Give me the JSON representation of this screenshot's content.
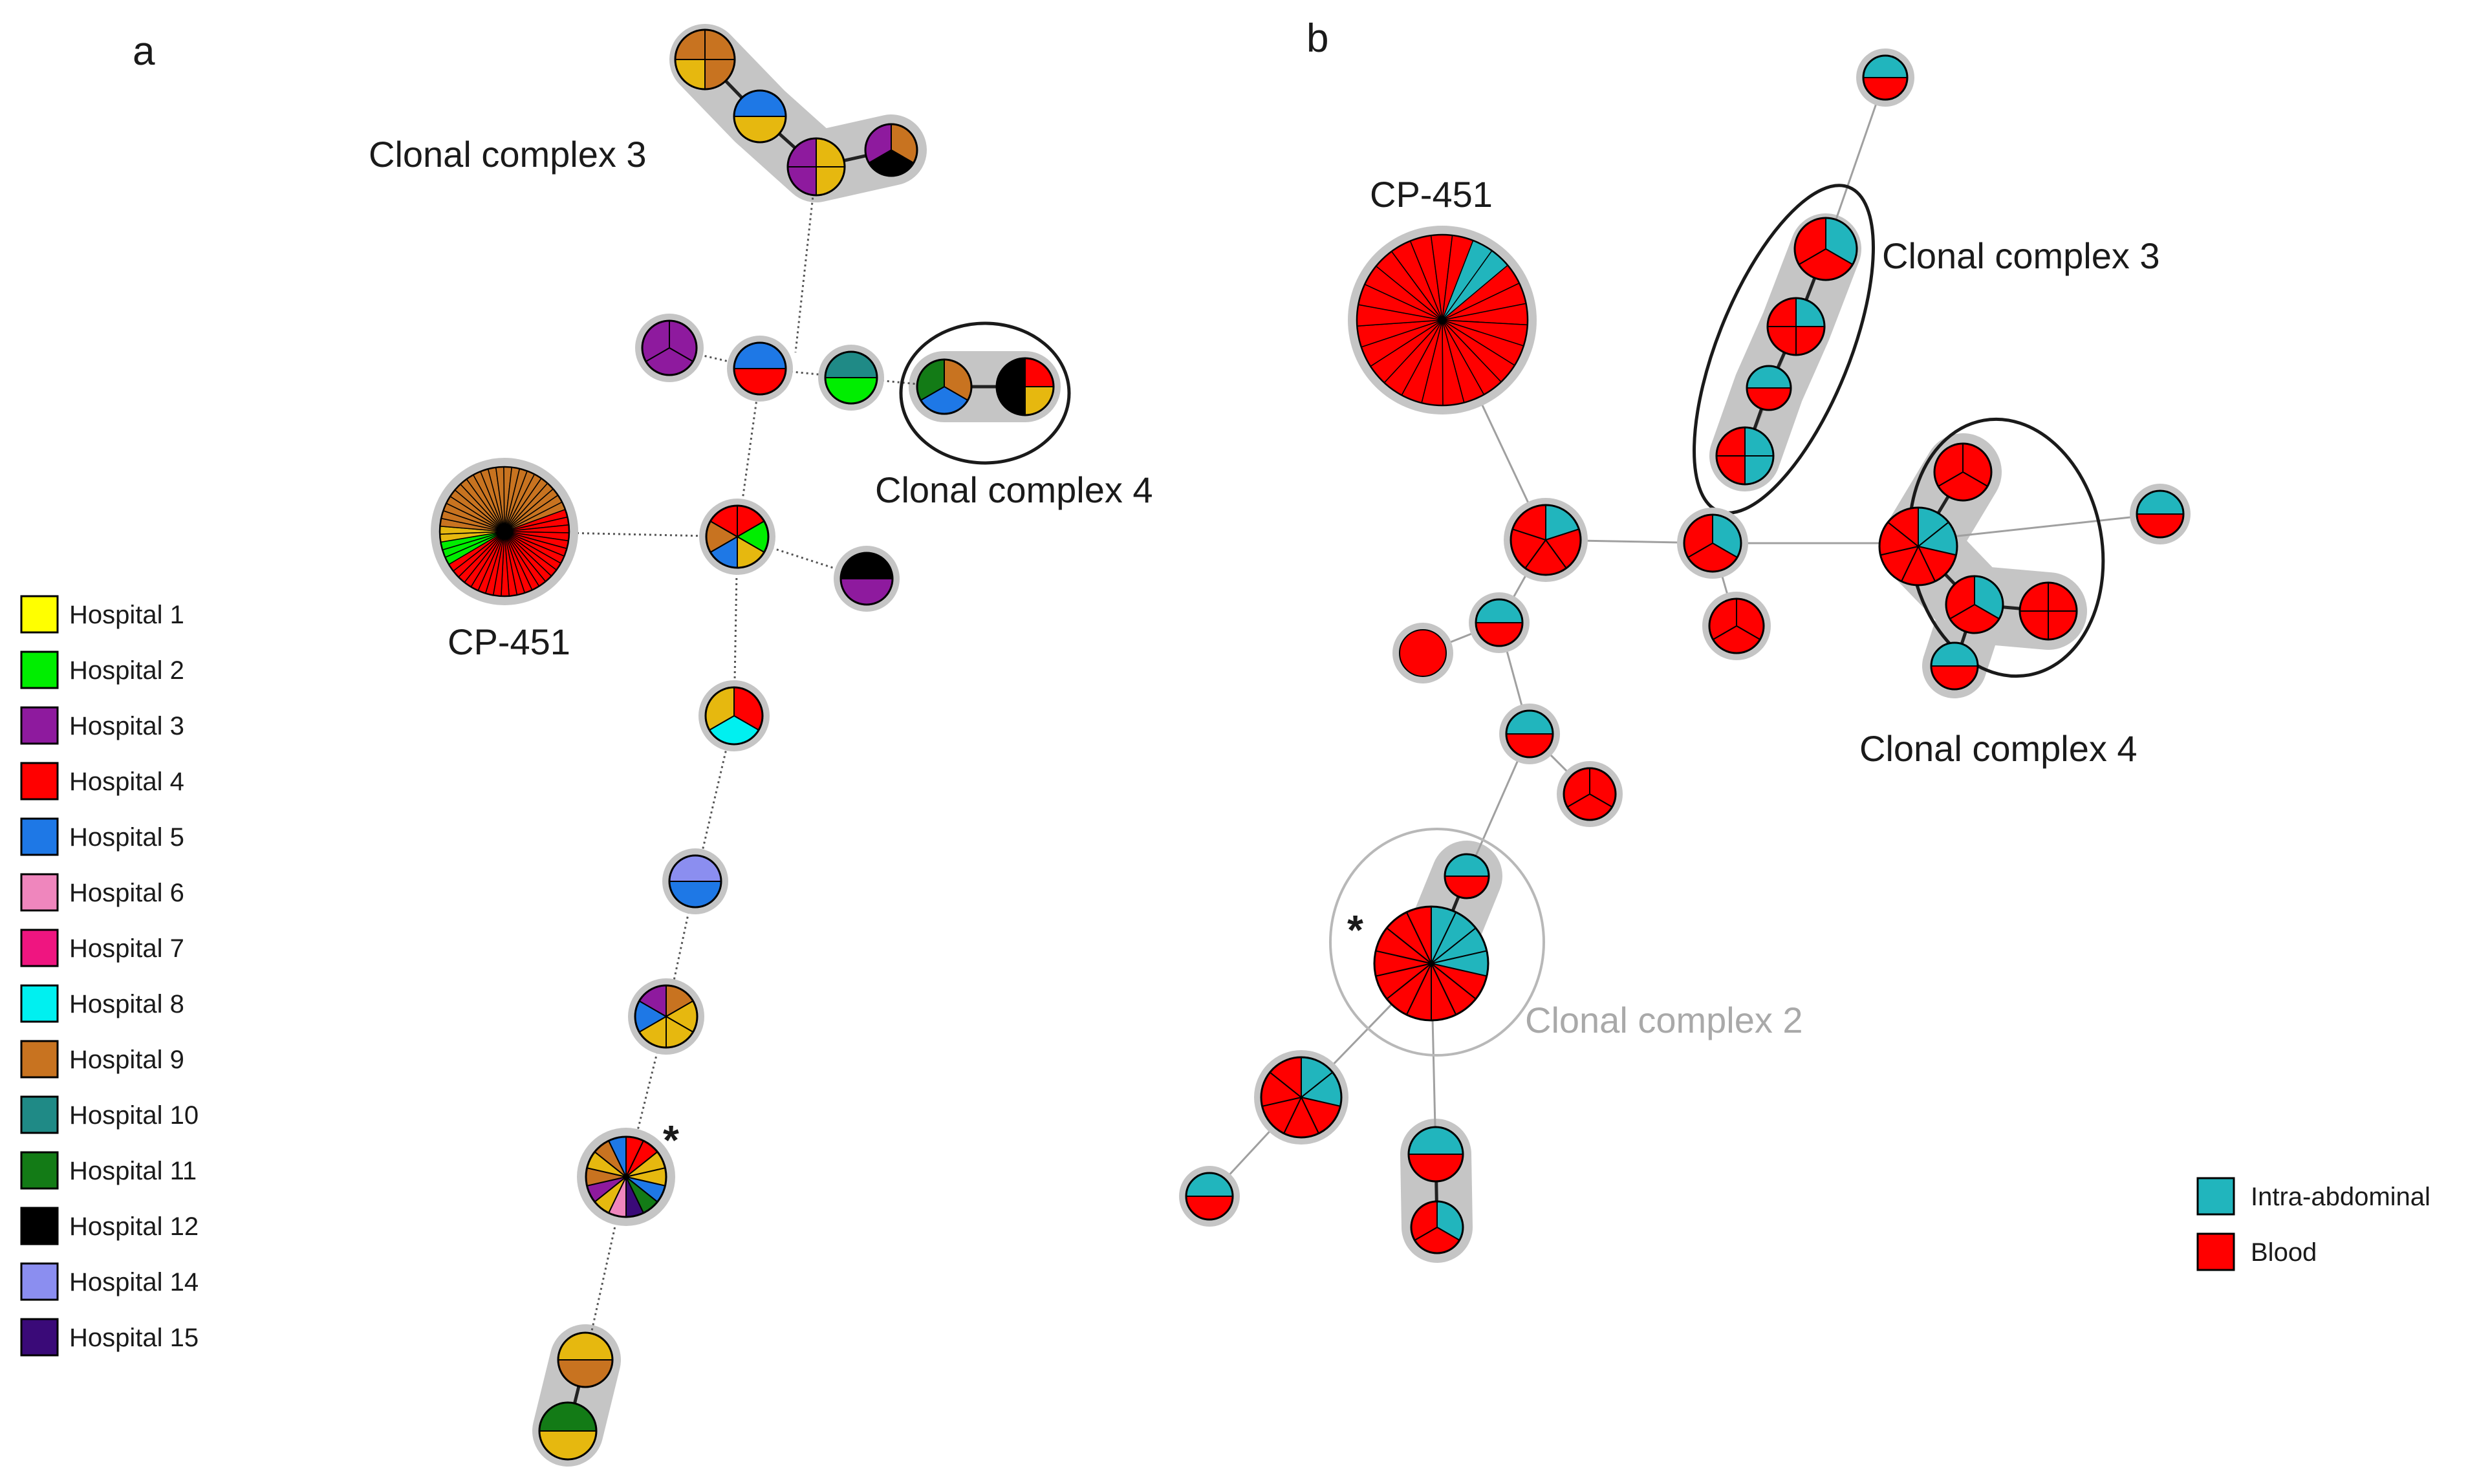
{
  "colors": {
    "hospital_1": "#ffff00",
    "hospital_2": "#00ee00",
    "hospital_3": "#8e1a9e",
    "hospital_4": "#ff0000",
    "hospital_5": "#1e78e6",
    "hospital_6": "#ef86bd",
    "hospital_7": "#ef1580",
    "hospital_8": "#00f0f0",
    "hospital_9": "#c87320",
    "hospital_10": "#1f8a86",
    "hospital_11": "#137b16",
    "hospital_12": "#000000",
    "hospital_14": "#8b8ef0",
    "hospital_15": "#3a0a78",
    "hospital_1_pie": "#e6b80f",
    "intra_abdominal": "#21b5bd",
    "blood": "#ff0000",
    "halo": "#c5c5c5",
    "ellipse": "#1a1a1a",
    "ellipse_muted": "#b8b8b8"
  },
  "panel_a": {
    "letter": "a",
    "cp_label": "CP-451",
    "cc3_label": "Clonal complex 3",
    "cc4_label": "Clonal complex 4",
    "star": "*",
    "legend": [
      {
        "label": "Hospital 1",
        "color_key": "hospital_1"
      },
      {
        "label": "Hospital 2",
        "color_key": "hospital_2"
      },
      {
        "label": "Hospital 3",
        "color_key": "hospital_3"
      },
      {
        "label": "Hospital 4",
        "color_key": "hospital_4"
      },
      {
        "label": "Hospital 5",
        "color_key": "hospital_5"
      },
      {
        "label": "Hospital 6",
        "color_key": "hospital_6"
      },
      {
        "label": "Hospital 7",
        "color_key": "hospital_7"
      },
      {
        "label": "Hospital 8",
        "color_key": "hospital_8"
      },
      {
        "label": "Hospital 9",
        "color_key": "hospital_9"
      },
      {
        "label": "Hospital 10",
        "color_key": "hospital_10"
      },
      {
        "label": "Hospital 11",
        "color_key": "hospital_11"
      },
      {
        "label": "Hospital 12",
        "color_key": "hospital_12"
      },
      {
        "label": "Hospital 14",
        "color_key": "hospital_14"
      },
      {
        "label": "Hospital 15",
        "color_key": "hospital_15"
      }
    ]
  },
  "panel_b": {
    "letter": "b",
    "cp_label": "CP-451",
    "cc3_label": "Clonal complex 3",
    "cc4_label": "Clonal complex 4",
    "cc2_label": "Clonal complex 2",
    "star": "*",
    "legend": [
      {
        "label": "Intra-abdominal",
        "color_key": "intra_abdominal"
      },
      {
        "label": "Blood",
        "color_key": "blood"
      }
    ]
  }
}
